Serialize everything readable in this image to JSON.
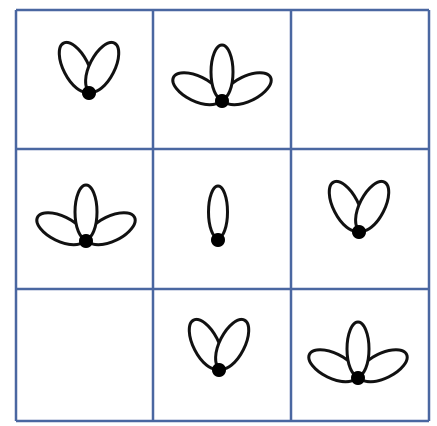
{
  "colors": {
    "background": "#ffffff",
    "grid_line": "#4a67a1",
    "petal_stroke": "#111111",
    "petal_fill": "#ffffff",
    "dot": "#000000"
  },
  "grid": {
    "rows": 3,
    "cols": 3,
    "cells": [
      {
        "row": 1,
        "col": 1,
        "petals": 2,
        "icon": "two-petal-flower-icon"
      },
      {
        "row": 1,
        "col": 2,
        "petals": 3,
        "icon": "three-petal-flower-icon"
      },
      {
        "row": 1,
        "col": 3,
        "petals": 0,
        "icon": "empty-cell"
      },
      {
        "row": 2,
        "col": 1,
        "petals": 3,
        "icon": "three-petal-flower-icon"
      },
      {
        "row": 2,
        "col": 2,
        "petals": 1,
        "icon": "one-petal-flower-icon"
      },
      {
        "row": 2,
        "col": 3,
        "petals": 2,
        "icon": "two-petal-flower-icon"
      },
      {
        "row": 3,
        "col": 1,
        "petals": 0,
        "icon": "empty-cell"
      },
      {
        "row": 3,
        "col": 2,
        "petals": 2,
        "icon": "two-petal-flower-icon"
      },
      {
        "row": 3,
        "col": 3,
        "petals": 3,
        "icon": "three-petal-flower-icon"
      }
    ]
  }
}
